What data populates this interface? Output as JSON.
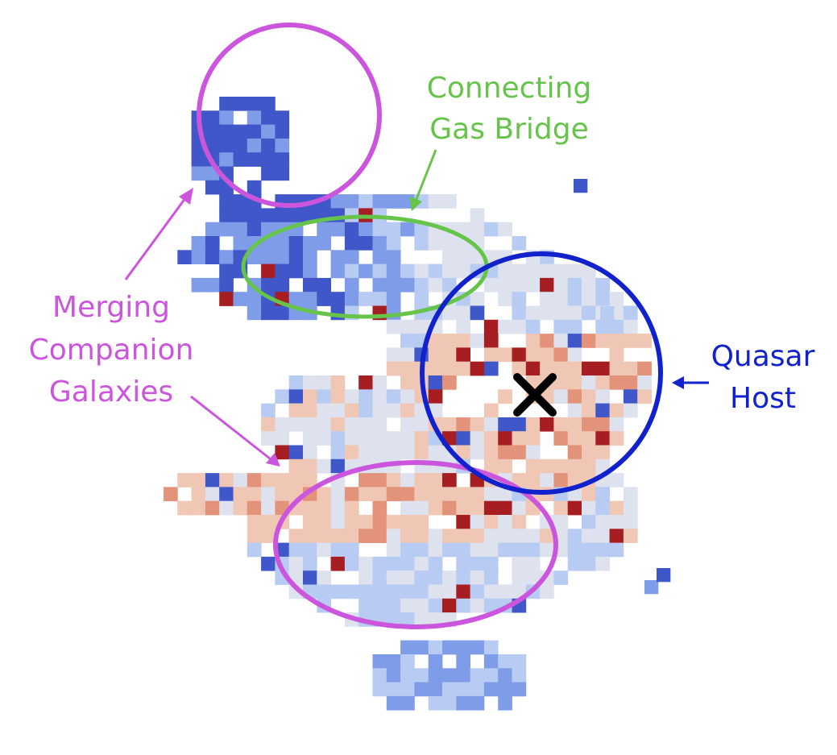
{
  "labels": {
    "bridge_line1": "Connecting",
    "bridge_line2": "Gas Bridge",
    "merging_line1": "Merging",
    "merging_line2": "Companion",
    "merging_line3": "Galaxies",
    "quasar_line1": "Quasar",
    "quasar_line2": "Host"
  },
  "colors": {
    "companion": "#cc55dd",
    "bridge": "#66c44a",
    "quasar": "#1122cc",
    "marker": "#000000",
    "map_strong_blue": "#3f57c8",
    "map_mid_blue": "#7f9ce8",
    "map_light_blue": "#b8cbf2",
    "map_neutral": "#dde2ee",
    "map_light_red": "#f0c6b4",
    "map_mid_red": "#e2937a",
    "map_dark_red": "#a61e22"
  },
  "icons": {
    "quasar_marker": "x-mark-icon"
  }
}
